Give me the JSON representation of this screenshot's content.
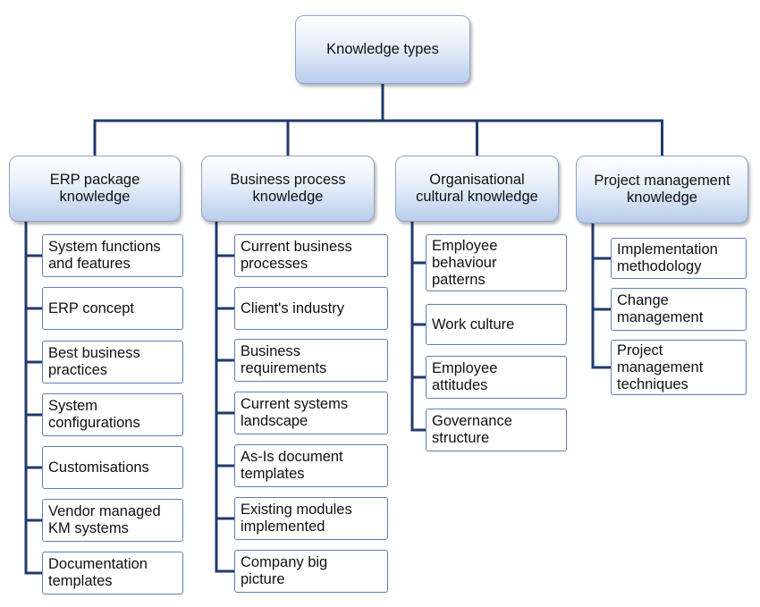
{
  "root": {
    "label": "Knowledge types"
  },
  "categories": [
    {
      "label": "ERP package\nknowledge",
      "items": [
        "System functions\nand features",
        "ERP concept",
        "Best business\npractices",
        "System\nconfigurations",
        "Customisations",
        "Vendor managed\nKM systems",
        "Documentation\ntemplates"
      ]
    },
    {
      "label": "Business process\nknowledge",
      "items": [
        "Current business\nprocesses",
        "Client's industry",
        "Business\nrequirements",
        "Current systems\nlandscape",
        "As-Is document\ntemplates",
        "Existing modules\nimplemented",
        "Company big\npicture"
      ]
    },
    {
      "label": "Organisational\ncultural knowledge",
      "items": [
        "Employee\nbehaviour\npatterns",
        "Work culture",
        "Employee\nattitudes",
        "Governance\nstructure"
      ]
    },
    {
      "label": "Project management\nknowledge",
      "items": [
        "Implementation\nmethodology",
        "Change\nmanagement",
        "Project\nmanagement\ntechniques"
      ]
    }
  ],
  "colors": {
    "connector": "#1f3a6e",
    "leaf_border": "#5f7fb4",
    "box_border": "#8aa5cc"
  }
}
